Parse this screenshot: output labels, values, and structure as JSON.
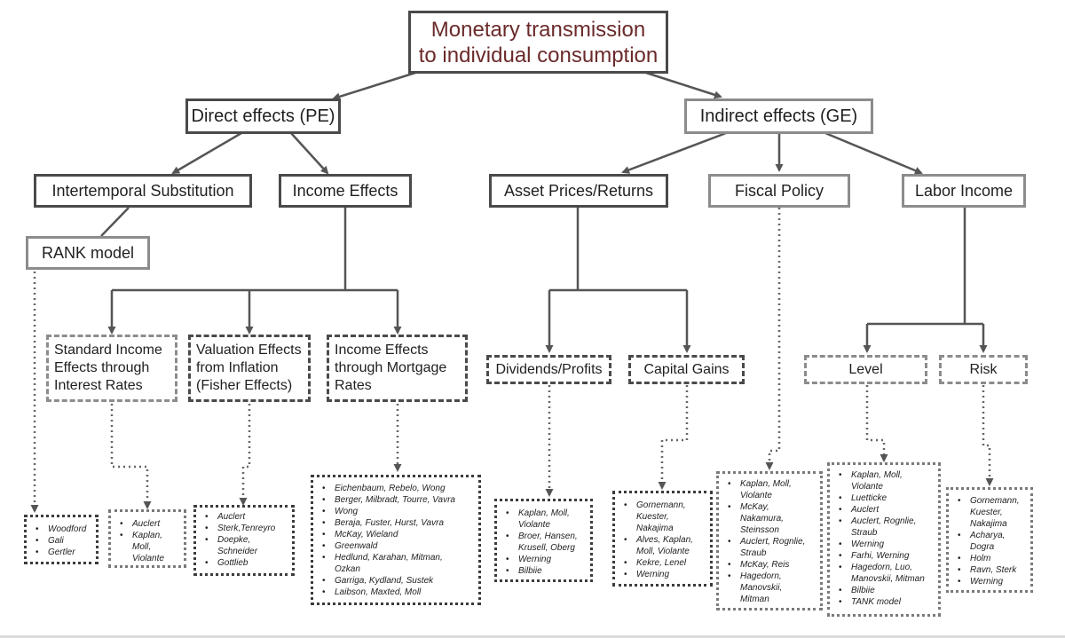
{
  "title": "Monetary transmission\nto individual consumption",
  "nodes": {
    "direct": "Direct effects (PE)",
    "indirect": "Indirect effects (GE)",
    "intertemporal": "Intertemporal Substitution",
    "income": "Income Effects",
    "asset": "Asset Prices/Returns",
    "fiscal": "Fiscal Policy",
    "labor": "Labor Income",
    "rank": "RANK model",
    "standard": "Standard Income\nEffects through\nInterest Rates",
    "valuation": "Valuation Effects\nfrom Inflation\n(Fisher Effects)",
    "mortgage": "Income Effects\nthrough Mortgage\nRates",
    "dividends": "Dividends/Profits",
    "capital": "Capital Gains",
    "level": "Level",
    "risk": "Risk"
  },
  "refs": {
    "rank": [
      "Woodford",
      "Gali",
      "Gertler"
    ],
    "standard": [
      "Auclert",
      "Kaplan,\nMoll,\nViolante"
    ],
    "valuation": [
      "Auclert",
      "Sterk,Tenreyro",
      "Doepke,\nSchneider",
      "Gottlieb"
    ],
    "mortgage": [
      "Eichenbaum, Rebelo, Wong",
      "Berger, Milbradt, Tourre, Vavra",
      "Wong",
      "Beraja, Fuster, Hurst, Vavra",
      "McKay, Wieland",
      "Greenwald",
      "Hedlund, Karahan, Mitman,\nOzkan",
      "Garriga, Kydland, Sustek",
      "Laibson, Maxted, Moll"
    ],
    "dividends": [
      "Kaplan, Moll,\nViolante",
      "Broer, Hansen,\nKrusell, Oberg",
      "Werning",
      "Bilbiie"
    ],
    "capital": [
      "Gornemann,\nKuester,\nNakajima",
      "Alves, Kaplan,\nMoll, Violante",
      "Kekre, Lenel",
      "Werning"
    ],
    "fiscal": [
      "Kaplan, Moll,\nViolante",
      "McKay,\nNakamura,\nSteinsson",
      "Auclert, Rognlie,\nStraub",
      "McKay, Reis",
      "Hagedorn,\nManovskii,\nMitman"
    ],
    "level": [
      "Kaplan, Moll,\nViolante",
      "Luetticke",
      "Auclert",
      "Auclert, Rognlie,\nStraub",
      "Werning",
      "Farhi, Werning",
      "Hagedorn, Luo,\nManovskii, Mitman",
      "Bilbiie",
      "TANK model"
    ],
    "risk": [
      "Gornemann,\nKuester,\nNakajima",
      "Acharya,\nDogra",
      "Holm",
      "Ravn, Sterk",
      "Werning"
    ]
  }
}
